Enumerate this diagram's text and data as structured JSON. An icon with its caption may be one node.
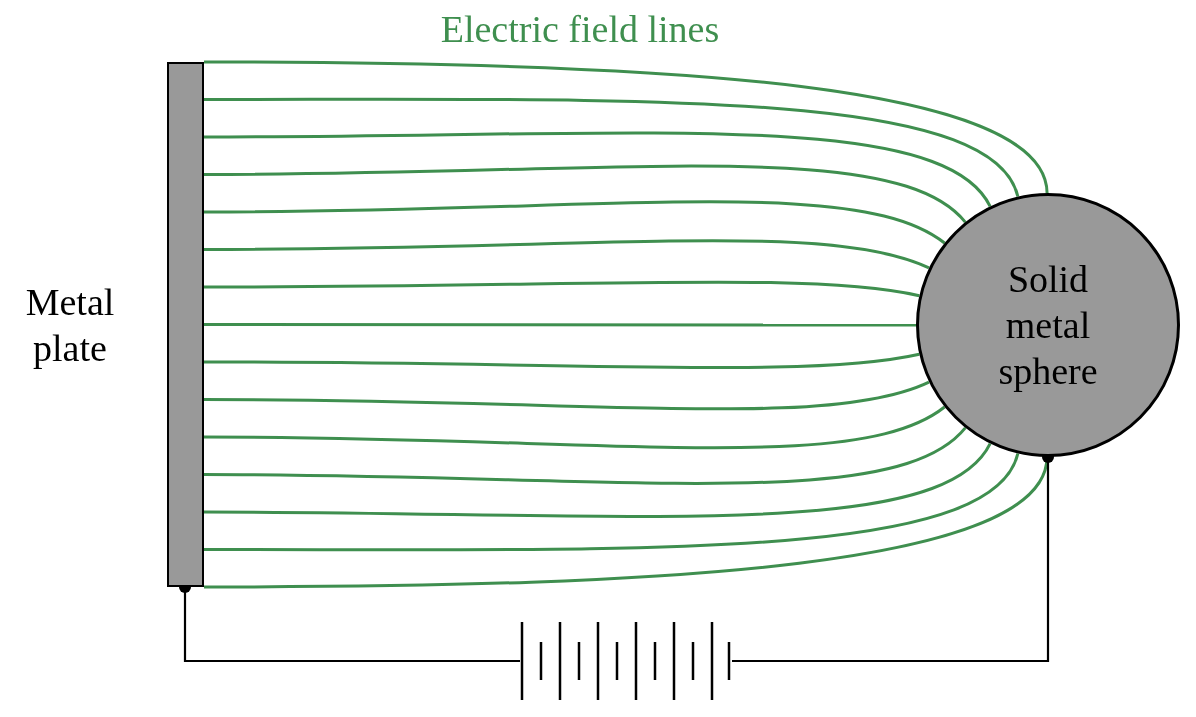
{
  "diagram": {
    "nodes": [
      {
        "text": [
          "Metal plate"
        ]
      },
      {
        "text": [
          "Solid metal sphere"
        ]
      },
      {
        "text": [],
        "shape": "battery"
      }
    ],
    "edges": [
      {
        "from": 0,
        "to": 1,
        "arrow": "none",
        "color": "#3f8f4f"
      },
      {
        "from": 0,
        "to": 1,
        "arrow": "none",
        "color": "#3f8f4f"
      },
      {
        "from": 0,
        "to": 1,
        "arrow": "none",
        "color": "#3f8f4f"
      },
      {
        "from": 0,
        "to": 1,
        "arrow": "none",
        "color": "#3f8f4f"
      },
      {
        "from": 0,
        "to": 1,
        "arrow": "none",
        "color": "#3f8f4f"
      },
      {
        "from": 0,
        "to": 1,
        "arrow": "none",
        "color": "#3f8f4f"
      },
      {
        "from": 0,
        "to": 1,
        "arrow": "none",
        "color": "#3f8f4f"
      },
      {
        "from": 0,
        "to": 1,
        "arrow": "none",
        "color": "#3f8f4f"
      },
      {
        "from": 0,
        "to": 1,
        "arrow": "none",
        "color": "#3f8f4f"
      },
      {
        "from": 0,
        "to": 1,
        "arrow": "none",
        "color": "#3f8f4f"
      },
      {
        "from": 0,
        "to": 1,
        "arrow": "none",
        "color": "#3f8f4f"
      },
      {
        "from": 0,
        "to": 1,
        "arrow": "none",
        "color": "#3f8f4f"
      },
      {
        "from": 0,
        "to": 1,
        "arrow": "none",
        "color": "#3f8f4f"
      },
      {
        "from": 0,
        "to": 1,
        "arrow": "none",
        "color": "#3f8f4f"
      },
      {
        "from": 0,
        "to": 1,
        "arrow": "none",
        "color": "#3f8f4f"
      },
      {
        "from": 0,
        "to": 2,
        "arrow": "other",
        "color": "#000000"
      },
      {
        "from": 1,
        "to": 2,
        "arrow": "other",
        "color": "#000000"
      }
    ],
    "labels": [
      "Electric field lines"
    ]
  }
}
